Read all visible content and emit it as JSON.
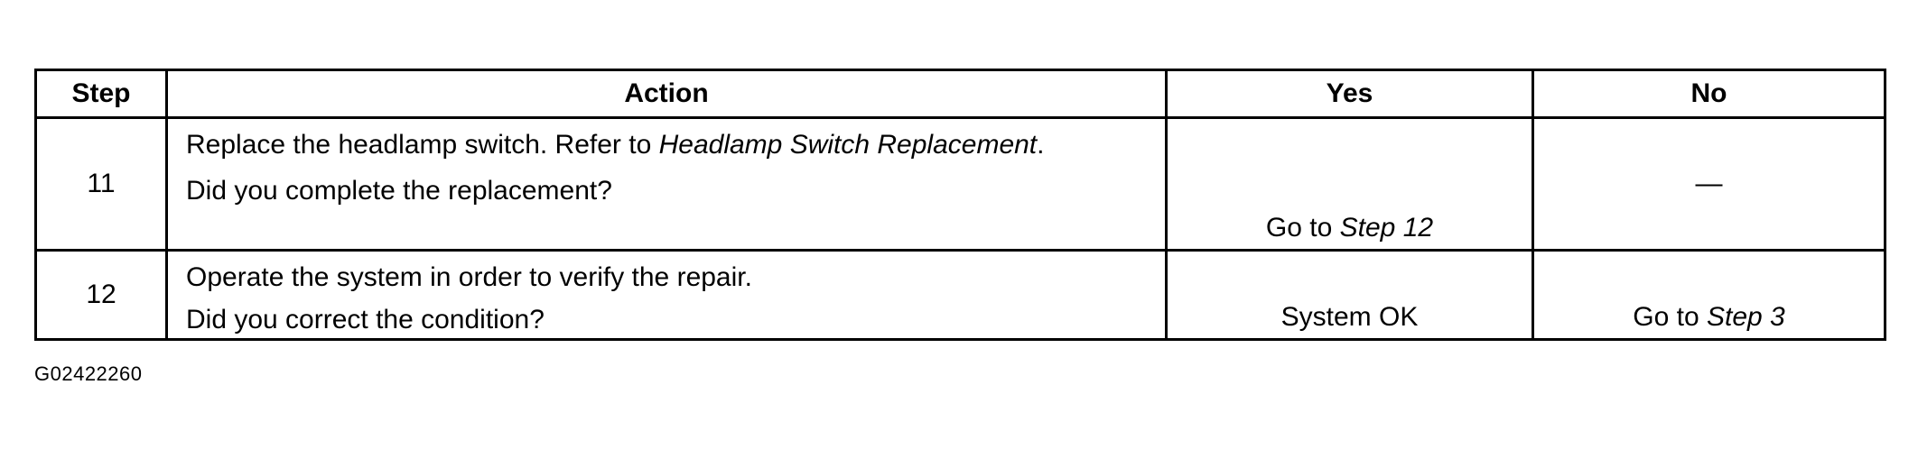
{
  "table": {
    "headers": {
      "step": "Step",
      "action": "Action",
      "yes": "Yes",
      "no": "No"
    },
    "rows": [
      {
        "step": "11",
        "action_text": "Replace the headlamp switch. Refer to ",
        "action_ref": "Headlamp Switch Replacement",
        "action_suffix": ".",
        "question": "Did you complete the replacement?",
        "yes_prefix": "Go to ",
        "yes_ref": "Step 12",
        "no": "—"
      },
      {
        "step": "12",
        "action_text": "Operate the system in order to verify the repair.",
        "question": "Did you correct the condition?",
        "yes": "System OK",
        "no_prefix": "Go to ",
        "no_ref": "Step 3"
      }
    ]
  },
  "figure_code": "G02422260"
}
